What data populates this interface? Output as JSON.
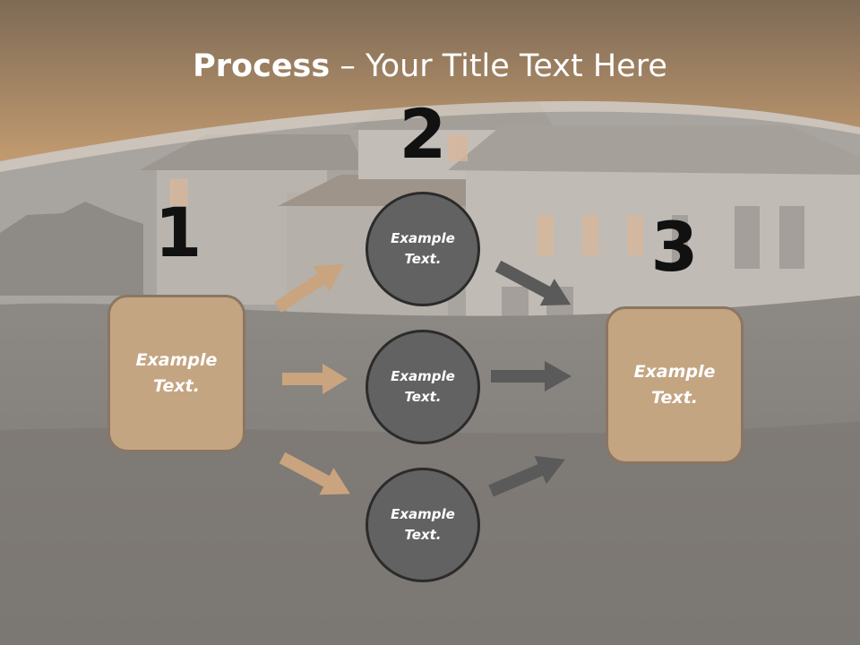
{
  "title": {
    "bold": "Process",
    "rest": " – Your Title Text Here"
  },
  "steps": {
    "one": "1",
    "two": "2",
    "three": "3"
  },
  "left_box": {
    "text": "Example Text."
  },
  "right_box": {
    "text": "Example Text."
  },
  "circles": [
    {
      "text": "Example Text."
    },
    {
      "text": "Example Text."
    },
    {
      "text": "Example Text."
    }
  ],
  "colors": {
    "header": "#a88a66",
    "box_fill": "#c4a582",
    "box_border": "#8b7663",
    "circle_fill": "#626262",
    "circle_border": "#2b2b2b",
    "arrow_tan": "#c9a47f",
    "arrow_gray": "#5a5a5a"
  }
}
